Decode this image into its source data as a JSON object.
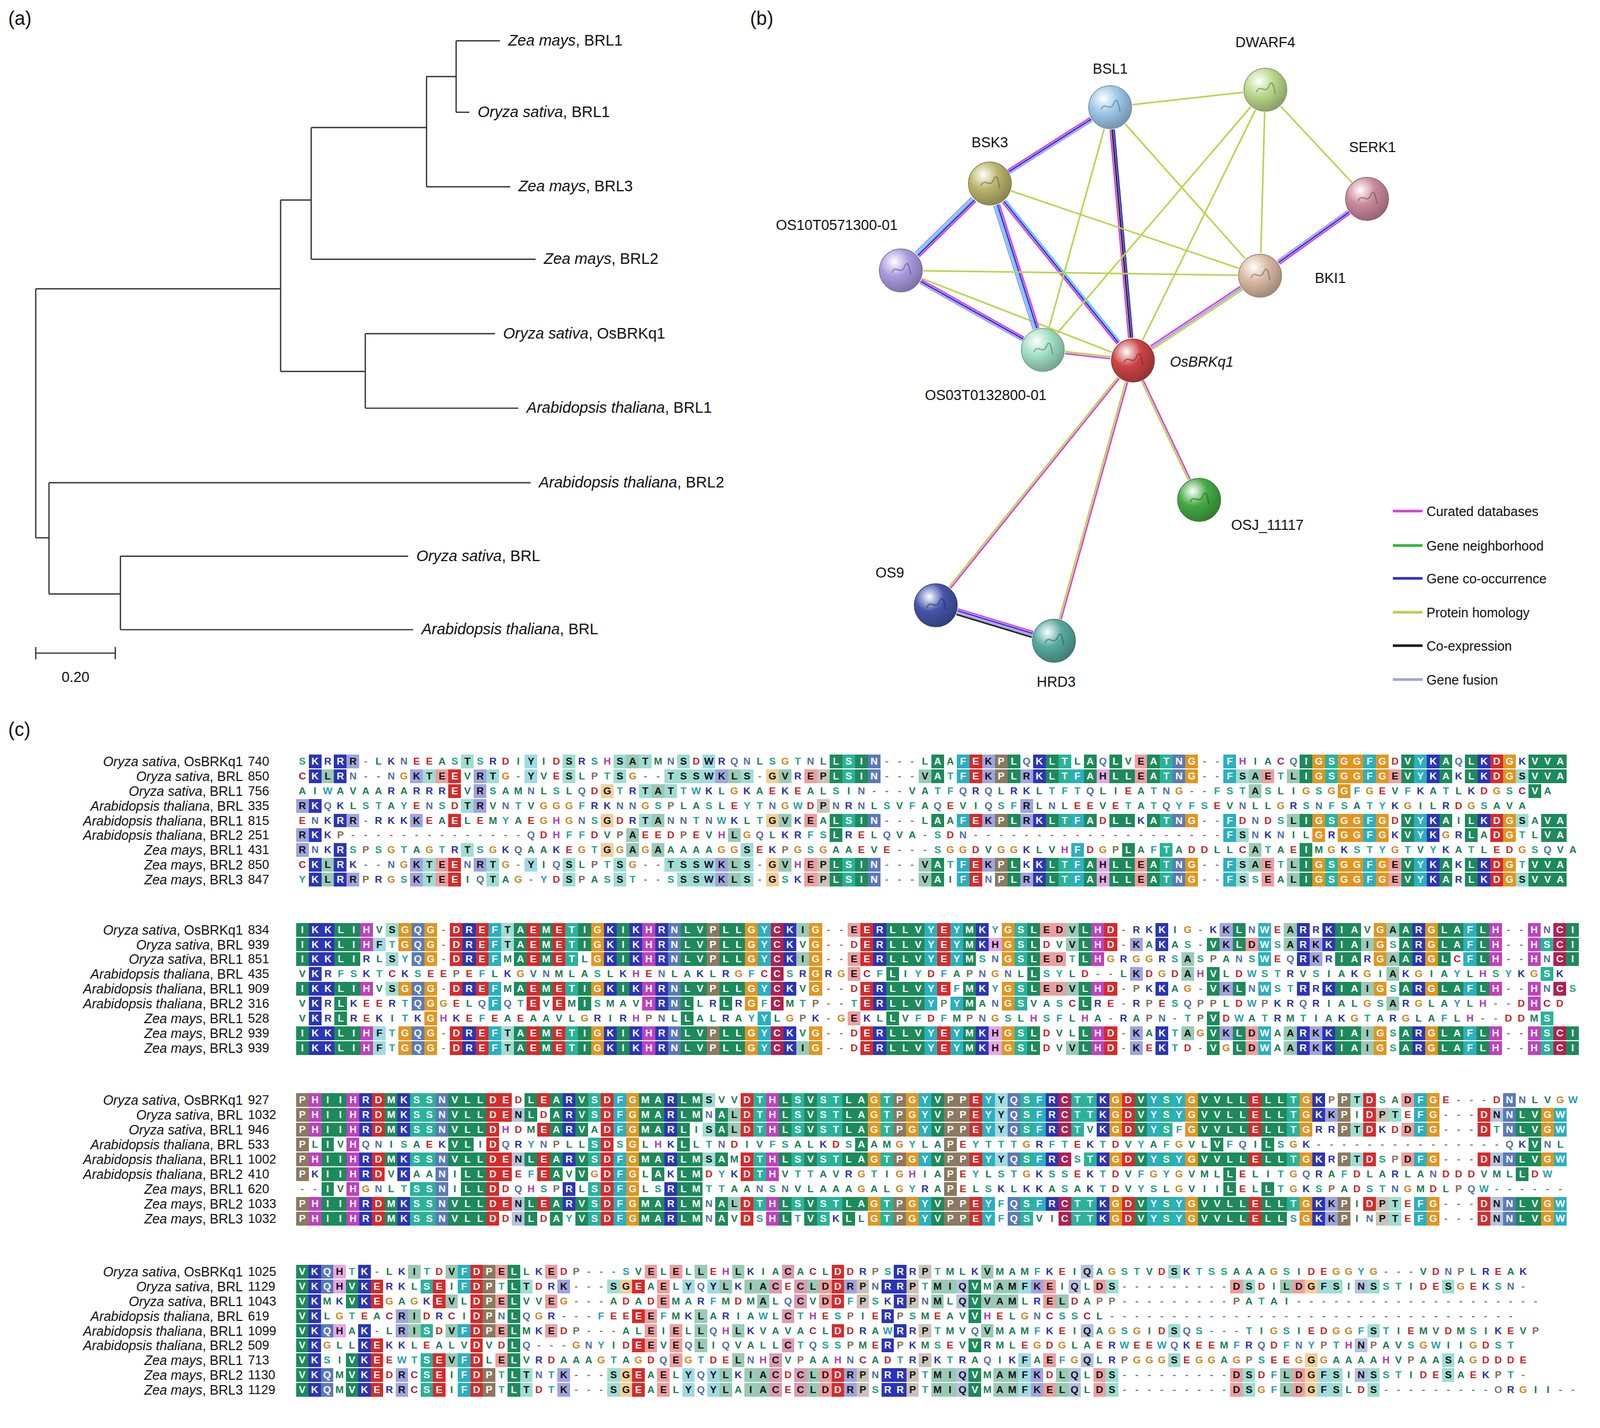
{
  "diagram": {
    "nodes": [
      {
        "text": [
          "DWARF4"
        ]
      },
      {
        "text": [
          "BSL1"
        ]
      },
      {
        "text": [
          "BSK3"
        ]
      },
      {
        "text": [
          "SERK1"
        ]
      },
      {
        "text": [
          "OS10T0571300-01"
        ]
      },
      {
        "text": [
          "BKI1"
        ]
      },
      {
        "text": [
          "OsBRKq1"
        ]
      },
      {
        "text": [
          "OS03T0132800-01"
        ]
      },
      {
        "text": [
          "OSJ_11117"
        ]
      },
      {
        "text": [
          "OS9"
        ]
      },
      {
        "text": [
          "HRD3"
        ]
      }
    ],
    "edges": [
      {
        "from": 6,
        "to": 1,
        "arrow": "none"
      },
      {
        "from": 6,
        "to": 0,
        "arrow": "none"
      },
      {
        "from": 6,
        "to": 5,
        "arrow": "none"
      },
      {
        "from": 6,
        "to": 2,
        "arrow": "none"
      },
      {
        "from": 6,
        "to": 7,
        "arrow": "none"
      },
      {
        "from": 6,
        "to": 4,
        "arrow": "none"
      },
      {
        "from": 6,
        "to": 8,
        "arrow": "none"
      },
      {
        "from": 6,
        "to": 9,
        "arrow": "none"
      },
      {
        "from": 6,
        "to": 10,
        "arrow": "none"
      },
      {
        "from": 9,
        "to": 10,
        "arrow": "none"
      },
      {
        "from": 2,
        "to": 1,
        "arrow": "none"
      },
      {
        "from": 2,
        "to": 4,
        "arrow": "none"
      },
      {
        "from": 2,
        "to": 7,
        "arrow": "none"
      },
      {
        "from": 2,
        "to": 5,
        "arrow": "none"
      },
      {
        "from": 1,
        "to": 0,
        "arrow": "none"
      },
      {
        "from": 1,
        "to": 5,
        "arrow": "none"
      },
      {
        "from": 1,
        "to": 7,
        "arrow": "none"
      },
      {
        "from": 0,
        "to": 5,
        "arrow": "none"
      },
      {
        "from": 0,
        "to": 7,
        "arrow": "none"
      },
      {
        "from": 0,
        "to": 3,
        "arrow": "none"
      },
      {
        "from": 3,
        "to": 5,
        "arrow": "none"
      },
      {
        "from": 4,
        "to": 7,
        "arrow": "none"
      },
      {
        "from": 4,
        "to": 5,
        "arrow": "none"
      }
    ],
    "labels": [
      "(a)",
      "(b)",
      "(c)",
      "Zea mays, BRL1",
      "Oryza sativa, BRL1",
      "Zea mays, BRL3",
      "Zea mays, BRL2",
      "Oryza sativa, OsBRKq1",
      "Arabidopsis thaliana, BRL1",
      "Arabidopsis thaliana, BRL2",
      "Oryza sativa, BRL",
      "Arabidopsis thaliana, BRL",
      "0.20",
      "Oryza sativa, OsBRKq1",
      "740",
      "SKRRR-LKNEEASTSRDIYIDSRSHSATMNSDWRQNLSGTNLLSIN---LAAFEKPLQKLTLAQLVEATNG--FHIACQIGSGGFGDVYKAQLKDGKVVA",
      "Oryza sativa, BRL",
      "850",
      "CKLRN--NGKTEEVRTG-YVESLPTSG--TSSWKLS-GVREPLSIN---VATFEKPLRKLTFAHLLEATNG--FSAETLIGSGGFGEVYKAKLKDGSVVA",
      "Oryza sativa, BRL1",
      "756",
      "AIWAVAARARRREVRSAMNLSLQDGTRTATTWKLGKAEKEALSIN---VATFQRQLRKLTFTQLIEATNG--FSTASLIGSGGFGEVFKATLKDGSCVA",
      "Arabidopsis thaliana, BRL",
      "335",
      "RKQKLSTAYENSDTRVNTVGGGFRKNNGSPLASLEYTNGWDPNRNLSVFAQEVIQSFRLNLEEVETATQYFSEVNLLGRSNFSATYKGILRDGSAVA",
      "Arabidopsis thaliana, BRL1",
      "815",
      "ENKRR-RKKKEAELEMYAEGHGNSGDRTANNTNWKLTGVKEALSIN---LAAFEKPLRKLTFADLLKATNG--FDNDSLIGSGGFGDVYKAILKDGSAVA",
      "Arabidopsis thaliana, BRL2",
      "251",
      "RKKP--------------QDHFFDVPAEEDPEVHLGQLKRFSLRELQVA-SDN--------------------FSNKNILGRGGFGKVYKGRLADGTLVA",
      "Zea mays, BRL1",
      "431",
      "RNKRSPSGTAGTRTSGKQAAKEGTGGAGAAAAAGGSEKPGSGAAEVE---SGGDVGGKLVHFDGPLAFTADDLLCATAEIMGKSTYGTVYKATLEDGSQVA",
      "Zea mays, BRL2",
      "850",
      "CKLRK--NGKTEENRTG-YIQSLPTSG--TSSWKLS-GVHEPLSIN---VATFEKPLKKLTFAHLLEATNG--FSAETLIGSGGFGEVYKAKLKDGTVVA",
      "Zea mays, BRL3",
      "847",
      "YKLRRPRGSKTEEIQTAG-YDSPASST--SSSWKLS-GSKEPLSIN---VAIFENPLRKLTFAHLLEATNG--FSSEALIGSGGFGEVYKARLKDGSVVA",
      "Oryza sativa, OsBRKq1",
      "834",
      "IKKLIHVSGQG-DREFTAEMETIGKIKHRNLVPLLGYCKIG--EERLLVYEYMKYGSLEDVLHD-RKKIG-KKLNWEARRKIAVGAARGLAFLH--HNCI",
      "Oryza sativa, BRL",
      "939",
      "IKKLIHFTGQG-DREFTAEMETIGKIKHRNLVPLLGYCKVG--DERLLVYEYMKHGSLDVVLHD-KAKAS-VKLDWSARKKIAIGSARGLAFLH--HSCI",
      "Oryza sativa, BRL1",
      "851",
      "IKKLIRLSYQG-DREFMAEMETLGKIKHRNLVPLLGYCKIG--EERLLVYEYMSNGSLEDTLHGRGGRSASPANSWEQRKRIARGAARGLCFLH--HNCI",
      "Arabidopsis thaliana, BRL",
      "435",
      "VKRFSKTCKSEEPEFLKGVNMLASLKHENLAKLRGFCCSRGRGECFLIYDFAPNGNLLSYLD--LKDGDAHVLDWSTRVSIAKGIAKGIAYLHSYKGSK",
      "Arabidopsis thaliana, BRL1",
      "909",
      "IKKLIHVSGQG-DREFMAEMETIGKIKHRNLVPLLGYCKVG--DERLLVYEFMKYGSLEDVLHD-PKKAG-VKLNWSTRRKIAIGSARGLAFLH--HNCS",
      "Arabidopsis thaliana, BRL2",
      "316",
      "VKRLKEERTQGGELQFQTEVEMISMAVHRNLLRLRGFCMTP--TERLLVYPYMANGSVASCLRE-RPESQPPLDWPKRQRIALGSARGLAYLH--DHCD",
      "Zea mays, BRL1",
      "528",
      "VKRLREKITKGHKEFEAEAAVLGRIRHPNLLALRAYYLGPK-GEKLLVFDFMPNGSLHSFLHA-RAPN-TPVDWATRMTIAKGTARGLAFLH--DDMS",
      "Zea mays, BRL2",
      "939",
      "IKKLIHFTGQG-DREFTAEMETIGKIKHRNLVPLLGYCKVG--DERLLVYEYMKHGSLDVLLHD-KAKTAGVKLDWAARKKIAIGSARGLAFLH--HSCI",
      "Zea mays, BRL3",
      "939",
      "IKKLIHFTGQG-DREFTAEMETIGKIKHRNLVPLLGYCKIG--DERLLVYEYMKHGSLDVVLHD-KEKTD-VGLDWAARKKIAIGSARGLAFLH--HSCI",
      "Oryza sativa, OsBRKq1",
      "927",
      "PHIIHRDMKSSNVLLDEDLEARVSDFGMARLMSVVDTHLSVSTLAGTPGYVPPEYYQSFRCTTKGDVYSYGVVLLELLTGKPPTDSADFGE---DNNLVGW",
      "Oryza sativa, BRL",
      "1032",
      "PHIIHRDMKSSNVLLDENLDARVSDFGMARLMNALDTHLSVSTLAGTPGYVPPEYYQSFRCTTKGDVYSYGVVLLELLTGKKPIDPTEFG---DNNLVGW",
      "Oryza sativa, BRL1",
      "946",
      "PHIIHRDMKSSNVLLDHDMEARVADFGMARLISALDTHLSVSTLAGTPGYVPPEYYQSFRCTVKGDVYSFGVVLLELLTGRRPTDKDDFG---DTNLVGW",
      "Arabidopsis thaliana, BRL",
      "533",
      "PLIVHQNISAEKVLIDQRYNPLLSDSGLHKLLTNDIVFSALKDSAAMGYLAPEYTTTGRFTEKTDVYAFGVLVFQILSGK---------------QKVNL",
      "Arabidopsis thaliana, BRL1",
      "1002",
      "PHIIHRDMKSSNVLLDENLEARVSDFGMARLMSAMDTHLSVSTLAGTPGYVPPEYYQSFRCSTKGDVYSYGVVLLELLTGKRPTDSPDFG---DNNLVGW",
      "Arabidopsis thaliana, BRL2",
      "410",
      "PKIIHRDVKAANILLDEEFEAVVGDFGLAKLMDYKDTHVTTAVRGTIGHIAPEYLSTGKSSEKTDVFGYGVMLLELITGQRAFDLARLANDDDVMLLDW",
      "Zea mays, BRL1",
      "620",
      "--IVHGNLTSSNILLDDQHSPRLSDFGLSRLMTTAANSNVLAAAGALGYRAPELSKLKKASAKTDVYSLGVIILELLTGKSPADSTNGMDLPQW------",
      "Zea mays, BRL2",
      "1033",
      "PHIIHRDMKSSNVLLDENLEARVSDFGMARLMNALDTHLSVSTLAGTPGYVPPEYFQSFRCTTKGDVYSYGVVLLELLTGKKPIDPTEFG---DNNLVGW",
      "Zea mays, BRL3",
      "1032",
      "PHIIHRDMKSSNVLLDDNLDAYVSDFGMARLMNAVDSHLTVSKLLGTPGYVPPEYFQSVICTTKGDVYSYGVVLLELLSGKKPINPTEFG---DNNLVGW",
      "Oryza sativa, OsBRKq1",
      "1025",
      "VKQHTK-LKITDVFDPELLKEDP---SVELELLEHLKIACACLDDRPSRRPTMLKVMAMFKEIQAGSTVDSKTSSAAAGSIDEGGYG---VDNPLREAK",
      "Oryza sativa, BRL",
      "1129",
      "VKQHVKERKLSEIFDPTLTDRK---SGEAELYQYLKIACECLDDRPNRRPTMIQVMAMFKEIQLDS---------DSDILDGFSINSSTIDESGEKSN-",
      "Oryza sativa, BRL1",
      "1043",
      "VKMKVKEGAGKEVLDPELVVEG---ADADEMARFMDMALQCVDDFPSKRPNMLQVVAMLRELDAPP---------PATAI--------------------",
      "Arabidopsis thaliana, BRL",
      "619",
      "VKLGTEACRIDRCIDPNLQGR---FEEEEFMKLARIAWLCTHESPIERPSMEAVVHELGNCSSCL---------------------------------",
      "Arabidopsis thaliana, BRL1",
      "1099",
      "VKQHAK-LRISDVFDPELMKEDP---ALEIELLQHLKVAVACLDDRAWRRPTMVQVMAMFKEIQAGSGIDSQS---TIGSIEDGGFSTIEMVDMSIKEVP",
      "Arabidopsis thaliana, BRL2",
      "509",
      "VKGLLKEKKLEALVDVDLQ---GNYIDEEVEQLIQVALLCTQSSPMERPKMSEVVRMLEGDGLAERWEEWQKEEMFRQDFNYPTHNPAVSGWIIGDST",
      "Zea mays, BRL1",
      "713",
      "VKSIVKEEWTSEVFDLELVRDAAAGTAGDQEGTDELNHCVPAAHNCADTRPKTRAQIKFAEFGQLRPGGGSEGGAGPSEEGGGAAAAHVPAASAGDDDE",
      "Zea mays, BRL2",
      "1130",
      "VKQMVKEDRCSEIFDPTLTNTK---SGEAELYQYLKIACDCLDDRPNRRPTMIQVMAMFKDLQLDS---------DSDFLDGFSINSSTIDESAEKPT-",
      "Zea mays, BRL3",
      "1129",
      "VKQMVKERRCSEIFDPTLTDTK---SGEAELYQYLAIACECLDDRPSRRPTMIQVMAMFKELQLDS---------DSGFLDGFSLDS---------ORGII--"
    ],
    "legend": [
      {
        "text": "Curated databases",
        "color": "#d946d9"
      },
      {
        "text": "Gene neighborhood",
        "color": "#33bb33"
      },
      {
        "text": "Gene co-occurrence",
        "color": "#3333dd"
      },
      {
        "text": "Protein homology",
        "color": "#b8d44a"
      },
      {
        "text": "Co-expression",
        "color": "#222222"
      },
      {
        "text": "Gene fusion",
        "color": "#a0a0ee"
      }
    ]
  }
}
